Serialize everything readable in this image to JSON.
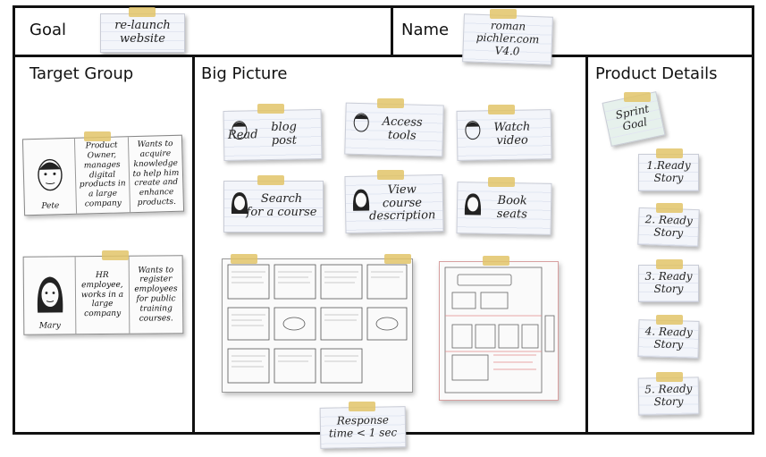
{
  "headers": {
    "goal": "Goal",
    "name": "Name",
    "target_group": "Target Group",
    "big_picture": "Big Picture",
    "product_details": "Product Details"
  },
  "notes": {
    "goal": "re-launch website",
    "name": "roman pichler.com V4.0",
    "response_time": "Response time < 1 sec",
    "sprint_goal": "Sprint Goal"
  },
  "personas": [
    {
      "name": "Pete",
      "role": "Product Owner, manages digital products in a large company",
      "goal": "Wants to acquire knowledge to help him create and enhance products."
    },
    {
      "name": "Mary",
      "role": "HR employee, works in a large company",
      "goal": "Wants to register employees for public training courses."
    }
  ],
  "stories": [
    {
      "line1": "Read",
      "line2": "blog post"
    },
    {
      "line1": "Access",
      "line2": "tools"
    },
    {
      "line1": "Watch",
      "line2": "video"
    },
    {
      "line1": "Search",
      "line2": "for a course"
    },
    {
      "line1": "View",
      "line2": "course description"
    },
    {
      "line1": "Book",
      "line2": "seats"
    }
  ],
  "ready_stories": [
    "1.Ready Story",
    "2. Ready Story",
    "3. Ready Story",
    "4. Ready Story",
    "5. Ready Story"
  ],
  "colors": {
    "tape": "#e2c468",
    "note": "#f3f5fa",
    "border": "#111111"
  }
}
